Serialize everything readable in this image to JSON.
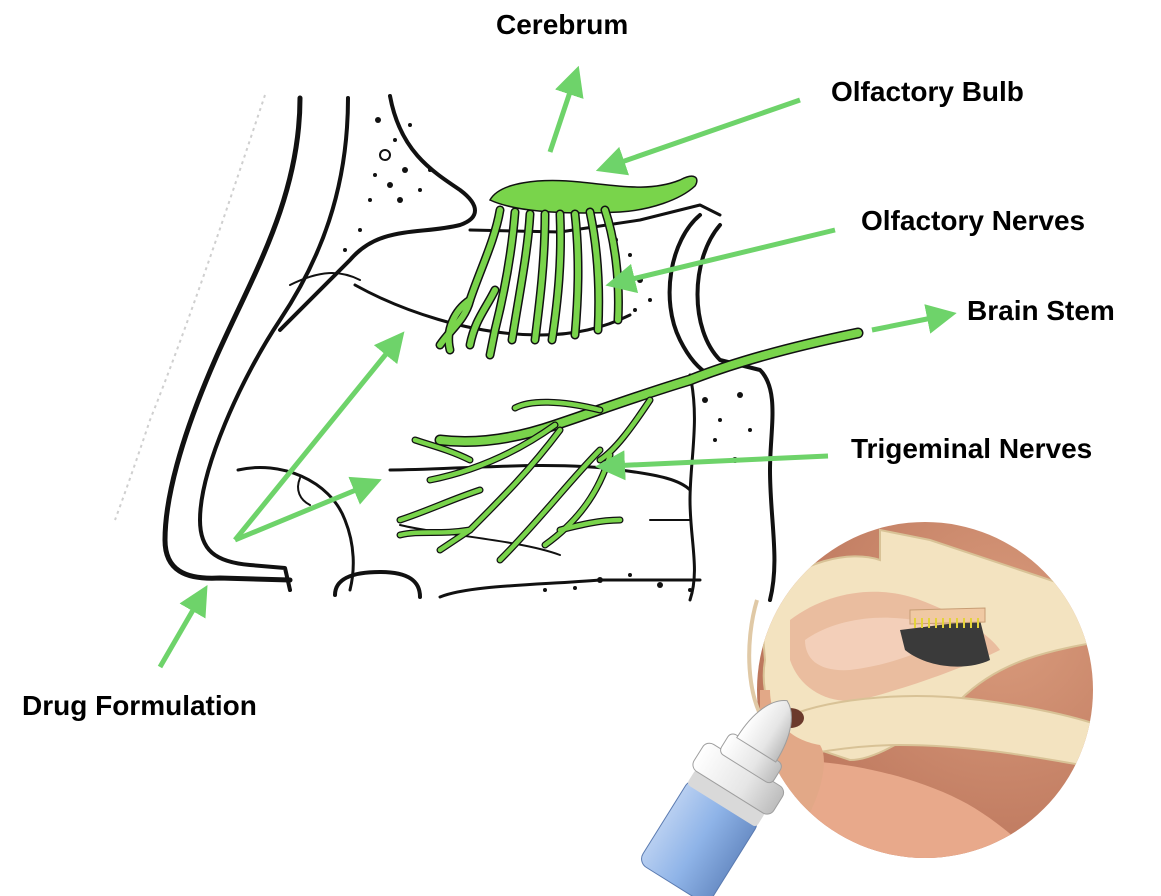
{
  "labels": {
    "cerebrum": "Cerebrum",
    "olfactory_bulb": "Olfactory Bulb",
    "olfactory_nerves": "Olfactory Nerves",
    "brain_stem": "Brain Stem",
    "trigeminal_nerves": "Trigeminal Nerves",
    "drug_formulation": "Drug Formulation"
  },
  "colors": {
    "nerve_green": "#79d44b",
    "arrow_green": "#6ed36a",
    "outline": "#111111",
    "bone": "#f0dfb8",
    "tissue": "#e8b596",
    "cavity": "#c98a6e",
    "bottle_blue": "#8fb4e8"
  }
}
